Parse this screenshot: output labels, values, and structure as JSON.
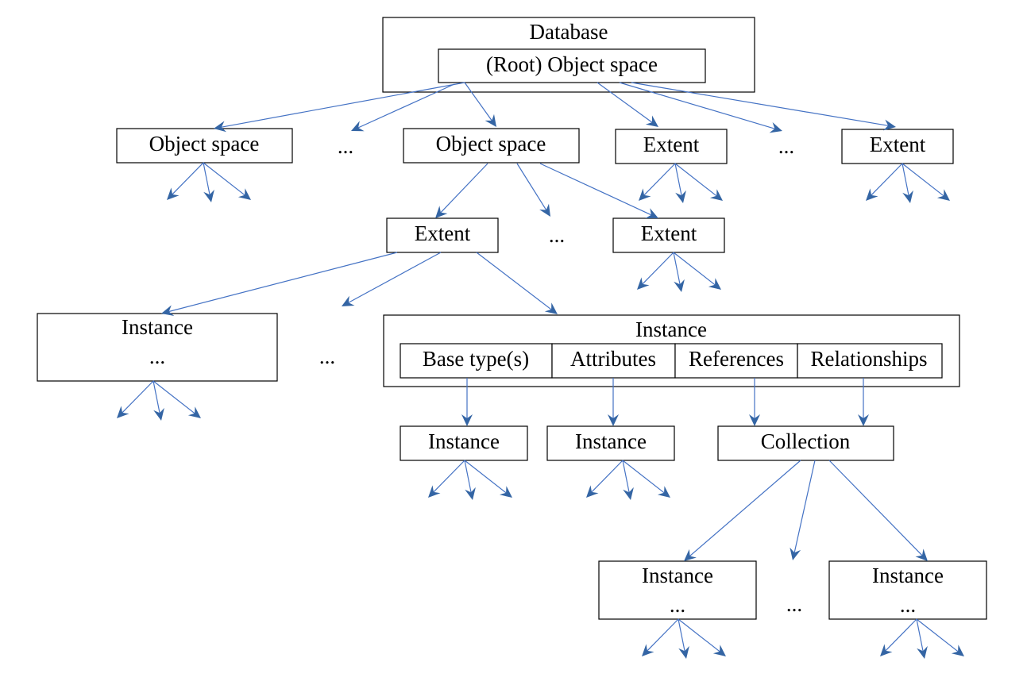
{
  "labels": {
    "database": "Database",
    "root_object_space": "(Root) Object space",
    "object_space": "Object space",
    "extent": "Extent",
    "instance": "Instance",
    "collection": "Collection",
    "base_types": "Base type(s)",
    "attributes": "Attributes",
    "references": "References",
    "relationships": "Relationships",
    "ellipsis": "..."
  },
  "colors": {
    "edge": "#4472c4",
    "arrowhead": "#3465a4",
    "box_border": "#000000"
  }
}
